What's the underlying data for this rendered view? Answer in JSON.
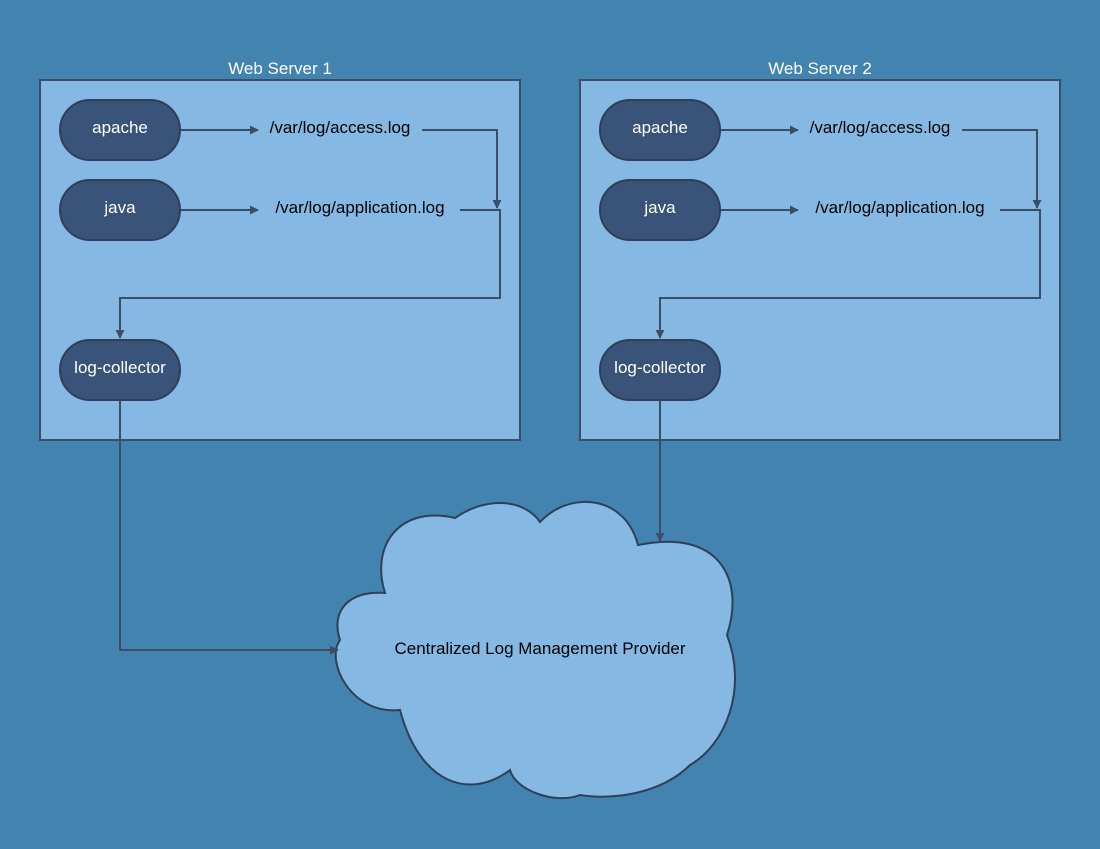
{
  "servers": [
    {
      "title": "Web Server 1",
      "nodes": {
        "apache": "apache",
        "java": "java",
        "collector": "log-collector"
      },
      "files": {
        "access": "/var/log/access.log",
        "application": "/var/log/application.log"
      }
    },
    {
      "title": "Web Server 2",
      "nodes": {
        "apache": "apache",
        "java": "java",
        "collector": "log-collector"
      },
      "files": {
        "access": "/var/log/access.log",
        "application": "/var/log/application.log"
      }
    }
  ],
  "cloud": {
    "label": "Centralized Log Management Provider"
  },
  "colors": {
    "background": "#4383af",
    "container_fill": "#85b8e3",
    "node_fill": "#3a5378",
    "edge": "#3c4d67"
  }
}
